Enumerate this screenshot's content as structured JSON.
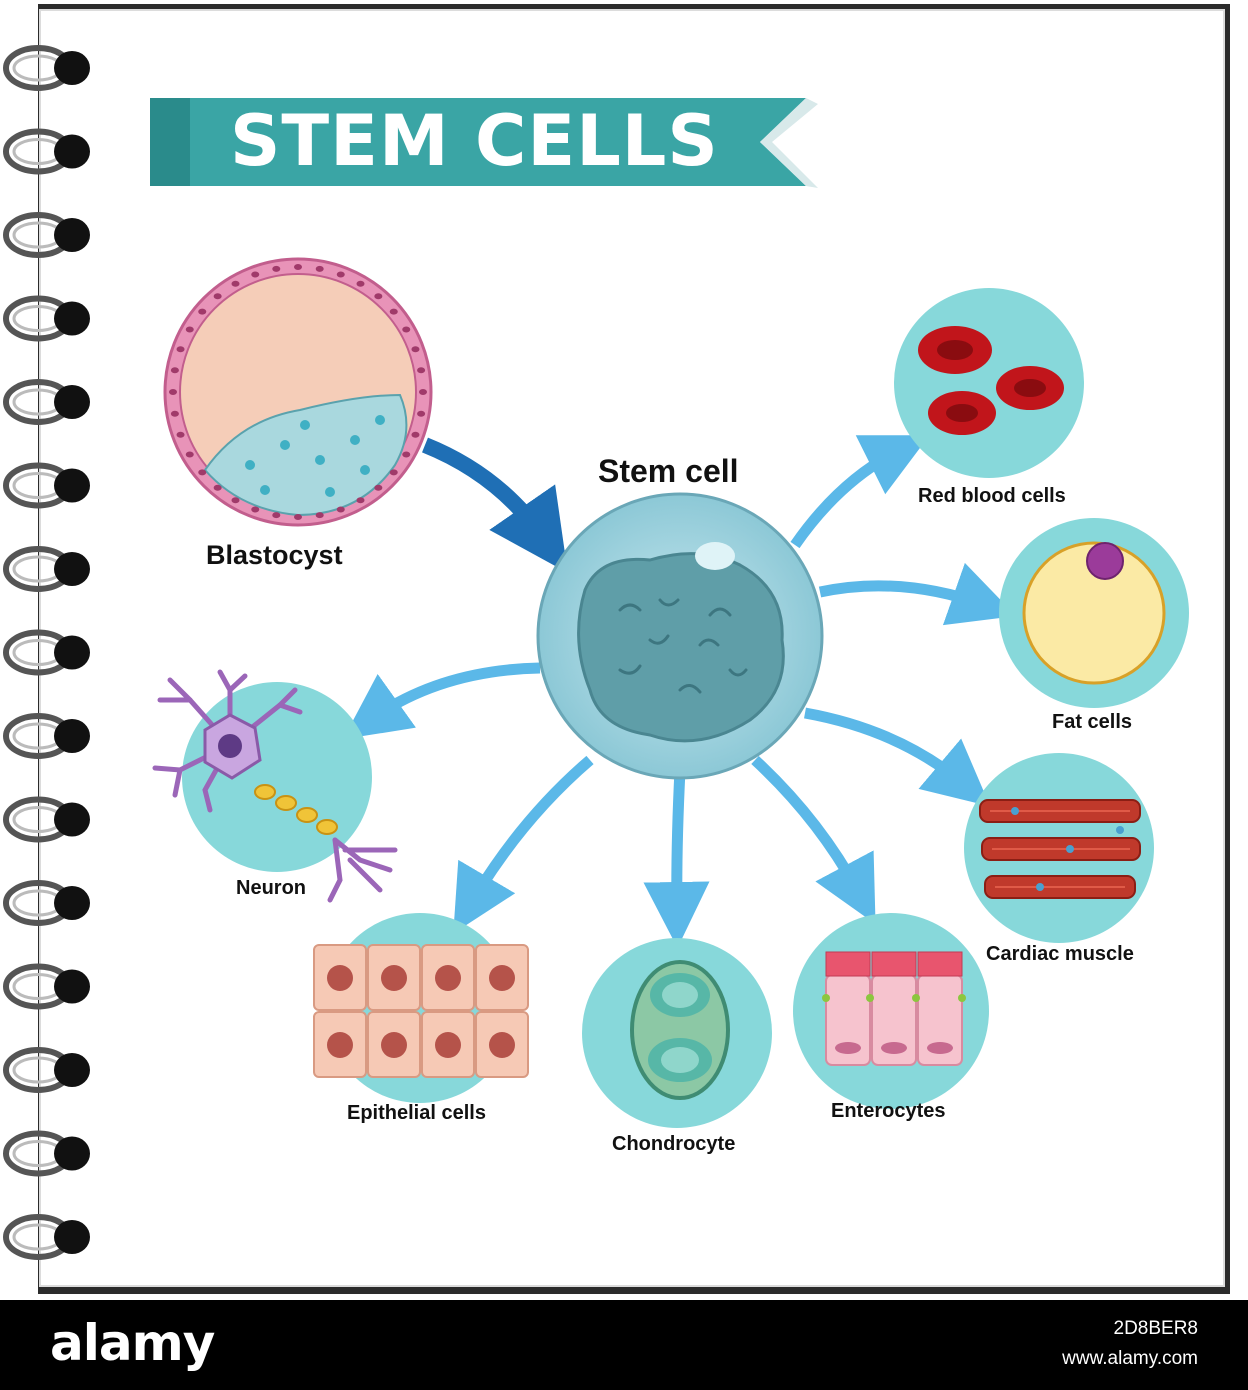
{
  "header": {
    "title": "STEM CELLS"
  },
  "diagram": {
    "center": "Stem cell",
    "source": "Blastocyst",
    "cells": [
      "Red blood cells",
      "Fat cells",
      "Cardiac muscle",
      "Enterocytes",
      "Chondrocyte",
      "Epithelial cells",
      "Neuron"
    ]
  },
  "colors": {
    "banner": "#3aa5a5",
    "circle": "#87d8da",
    "arrow": "#5bb8e8",
    "arrow_dark": "#1f6fb5"
  },
  "footer": {
    "logo": "alamy",
    "image_id": "2D8BER8",
    "url": "www.alamy.com"
  }
}
